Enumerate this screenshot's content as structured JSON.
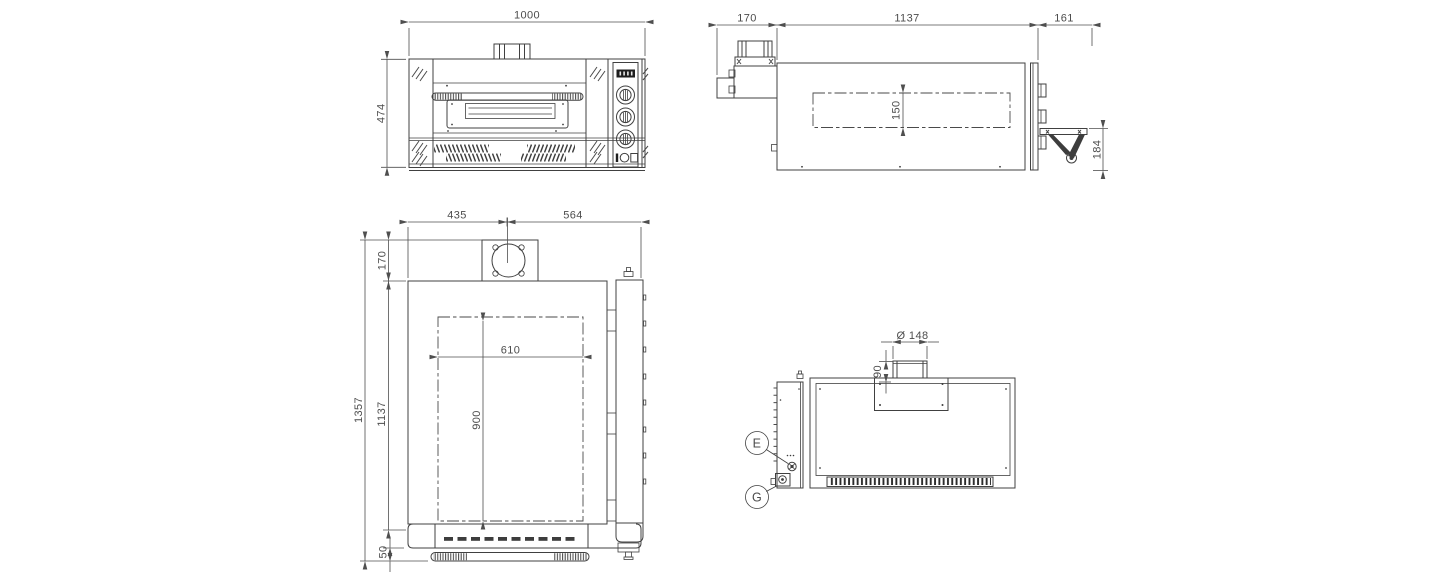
{
  "colors": {
    "line": "#404040",
    "text": "#4c4c4c",
    "background": "#ffffff"
  },
  "views": {
    "front": {
      "dims": {
        "width": "1000",
        "height": "474"
      }
    },
    "side": {
      "dims": {
        "chimney_depth": "170",
        "body_depth": "1137",
        "handle_depth": "161",
        "chamber_height": "150",
        "handle_height": "184"
      }
    },
    "plan": {
      "dims": {
        "flue_offset": "435",
        "flue_to_rear": "564",
        "chimney_depth": "170",
        "overall_depth": "1357",
        "body_depth": "1137",
        "chamber_width": "610",
        "chamber_depth": "900",
        "handle_clearance": "50"
      }
    },
    "rear": {
      "dims": {
        "flue_diameter": "Ø 148",
        "flue_offset": "90"
      },
      "callouts": {
        "electric": "E",
        "gas": "G"
      }
    }
  }
}
